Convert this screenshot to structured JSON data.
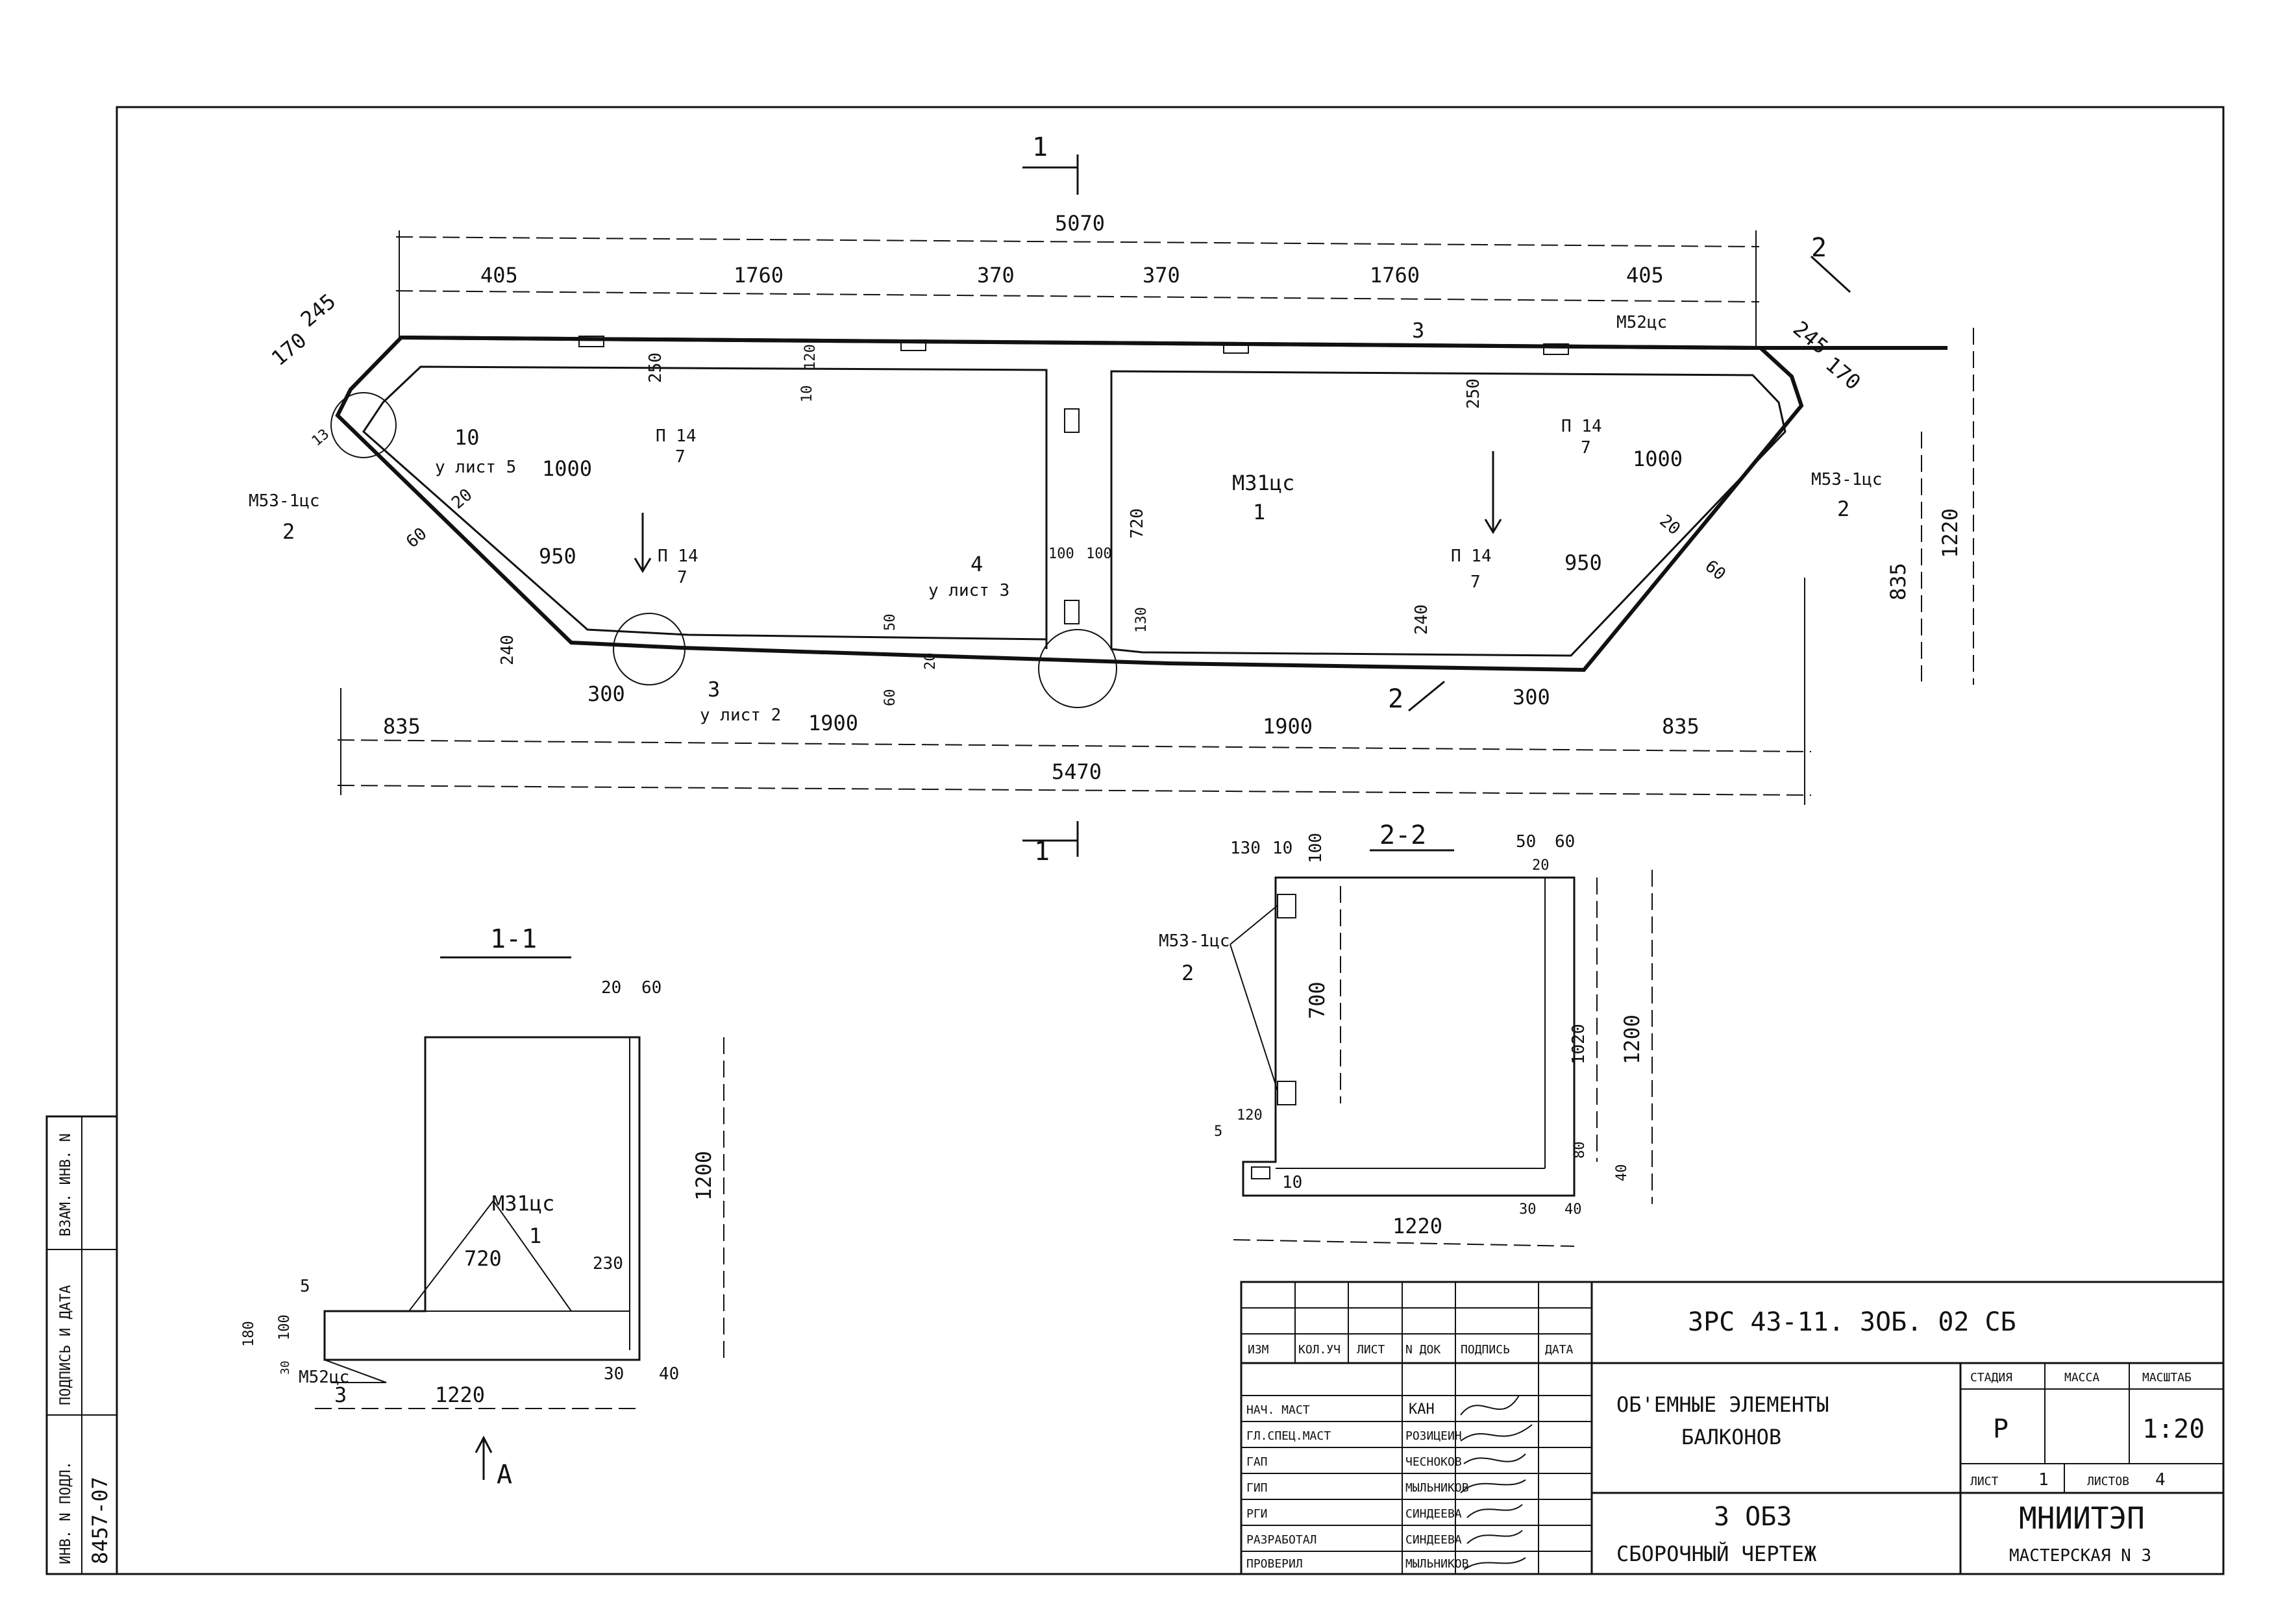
{
  "plan": {
    "top_total": "5070",
    "bottom_total": "5470",
    "top_dims": [
      "405",
      "1760",
      "370",
      "370",
      "1760",
      "405"
    ],
    "bottom_dims": [
      "835",
      "300",
      "1900",
      "1900",
      "300",
      "835"
    ],
    "left": {
      "d245": "245",
      "d170": "170",
      "d13": "13",
      "d250": "250",
      "d120": "120",
      "d10": "10",
      "d1000": "1000",
      "d950": "950",
      "d60": "60",
      "d20": "20",
      "d240": "240",
      "d50": "50",
      "d20b": "20",
      "d60b": "60"
    },
    "right": {
      "d245": "245",
      "d170": "170",
      "d250": "250",
      "d1000": "1000",
      "d950": "950",
      "d60": "60",
      "d20": "20",
      "d240": "240",
      "d835": "835",
      "d1220": "1220"
    },
    "center": {
      "d720": "720",
      "d100a": "100",
      "d100b": "100",
      "d130": "130"
    },
    "labels": {
      "ref10": "10",
      "ref10_sheet": "у лист 5",
      "m53_left": "М53-1цс",
      "m53_left_n": "2",
      "m53_right": "М53-1цс",
      "m53_right_n": "2",
      "p14_a": "П 14",
      "p14_a_n": "7",
      "p14_b": "П 14",
      "p14_b_n": "7",
      "p14_c": "П 14",
      "p14_c_n": "7",
      "p14_d": "П 14",
      "p14_d_n": "7",
      "m31": "М31цс",
      "m31_n": "1",
      "ref4": "4",
      "ref4_sheet": "у лист 3",
      "ref3": "3",
      "ref3_sheet": "у лист 2",
      "m52_top": "М52цс",
      "pos3": "3",
      "sec1_top": "1",
      "sec1_bot": "1",
      "sec2_top": "2",
      "sec2_bot": "2"
    }
  },
  "section11": {
    "title": "1-1",
    "d20": "20",
    "d60": "60",
    "d1200": "1200",
    "m31": "М31цс",
    "m31_n": "1",
    "d720": "720",
    "d230": "230",
    "d5": "5",
    "d180": "180",
    "d100": "100",
    "d30": "30",
    "m52": "М52цс",
    "m52_n": "3",
    "d1220": "1220",
    "d30b": "30",
    "d40": "40",
    "view": "А"
  },
  "section22": {
    "title": "2-2",
    "d130": "130",
    "d10": "10",
    "d100": "100",
    "d50": "50",
    "d60": "60",
    "d20": "20",
    "m53": "М53-1цс",
    "m53_n": "2",
    "d700": "700",
    "d1020": "1020",
    "d1200": "1200",
    "d120": "120",
    "d5": "5",
    "d10b": "10",
    "d80": "80",
    "d40": "40",
    "d1220": "1220",
    "d30": "30",
    "d40b": "40"
  },
  "side_stamp": {
    "cells": [
      "ВЗАМ. ИНВ. N",
      "ПОДПИСЬ И ДАТА",
      "ИНВ. N ПОДЛ."
    ],
    "handwritten": "8457-07"
  },
  "title_block": {
    "code": "3РС 43-11. 3ОБ. 02 СБ",
    "header": [
      "ИЗМ",
      "КОЛ.УЧ",
      "ЛИСТ",
      "N ДОК",
      "ПОДПИСЬ",
      "ДАТА"
    ],
    "roles": [
      {
        "role": "НАЧ. МАСТ",
        "name": "КАН"
      },
      {
        "role": "ГЛ.СПЕЦ.МАСТ",
        "name": "РОЗИЦЕИН"
      },
      {
        "role": "ГАП",
        "name": "ЧЕСНОКОВ"
      },
      {
        "role": "ГИП",
        "name": "МЫЛЬНИКОВ"
      },
      {
        "role": "РГИ",
        "name": "СИНДЕЕВА"
      },
      {
        "role": "РАЗРАБОТАЛ",
        "name": "СИНДЕЕВА"
      },
      {
        "role": "ПРОВЕРИЛ",
        "name": "МЫЛЬНИКОВ"
      }
    ],
    "object_name_1": "ОБ'ЕМНЫЕ ЭЛЕМЕНТЫ",
    "object_name_2": "БАЛКОНОВ",
    "stage_h": "СТАДИЯ",
    "mass_h": "МАССА",
    "scale_h": "МАСШТАБ",
    "stage": "Р",
    "scale": "1:20",
    "sheet_label": "ЛИСТ",
    "sheet": "1",
    "sheets_label": "ЛИСТОВ",
    "sheets": "4",
    "doc_1": "3 ОБ3",
    "doc_2": "СБОРОЧНЫЙ ЧЕРТЕЖ",
    "org": "МНИИТЭП",
    "workshop": "МАСТЕРСКАЯ N 3"
  }
}
